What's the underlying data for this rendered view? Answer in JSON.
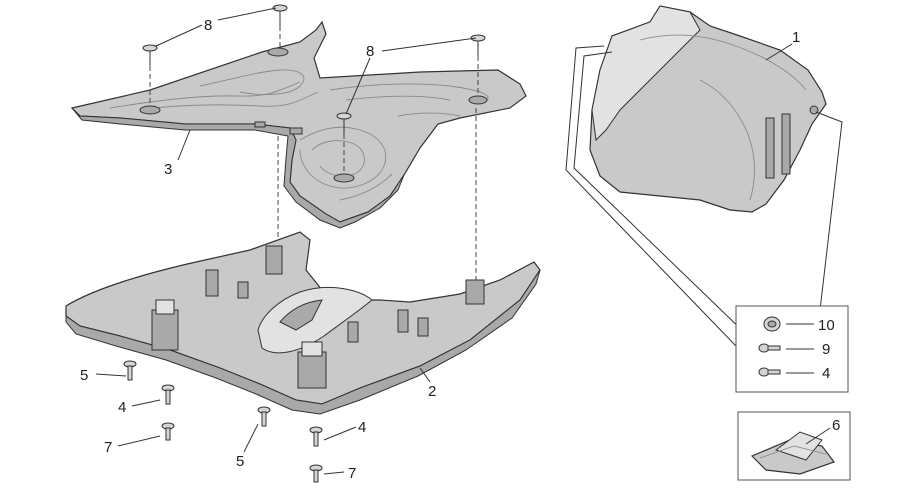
{
  "callouts": [
    {
      "id": "c8a",
      "label": "8"
    },
    {
      "id": "c8b",
      "label": "8"
    },
    {
      "id": "c1",
      "label": "1"
    },
    {
      "id": "c3",
      "label": "3"
    },
    {
      "id": "c2",
      "label": "2"
    },
    {
      "id": "c5a",
      "label": "5"
    },
    {
      "id": "c4a",
      "label": "4"
    },
    {
      "id": "c7a",
      "label": "7"
    },
    {
      "id": "c5b",
      "label": "5"
    },
    {
      "id": "c4b",
      "label": "4"
    },
    {
      "id": "c7b",
      "label": "7"
    },
    {
      "id": "c10",
      "label": "10"
    },
    {
      "id": "c9",
      "label": "9"
    },
    {
      "id": "c4c",
      "label": "4"
    },
    {
      "id": "c6",
      "label": "6"
    }
  ],
  "colors": {
    "part_fill": "#c9c9c9",
    "outline": "#333333",
    "background": "#ffffff"
  }
}
